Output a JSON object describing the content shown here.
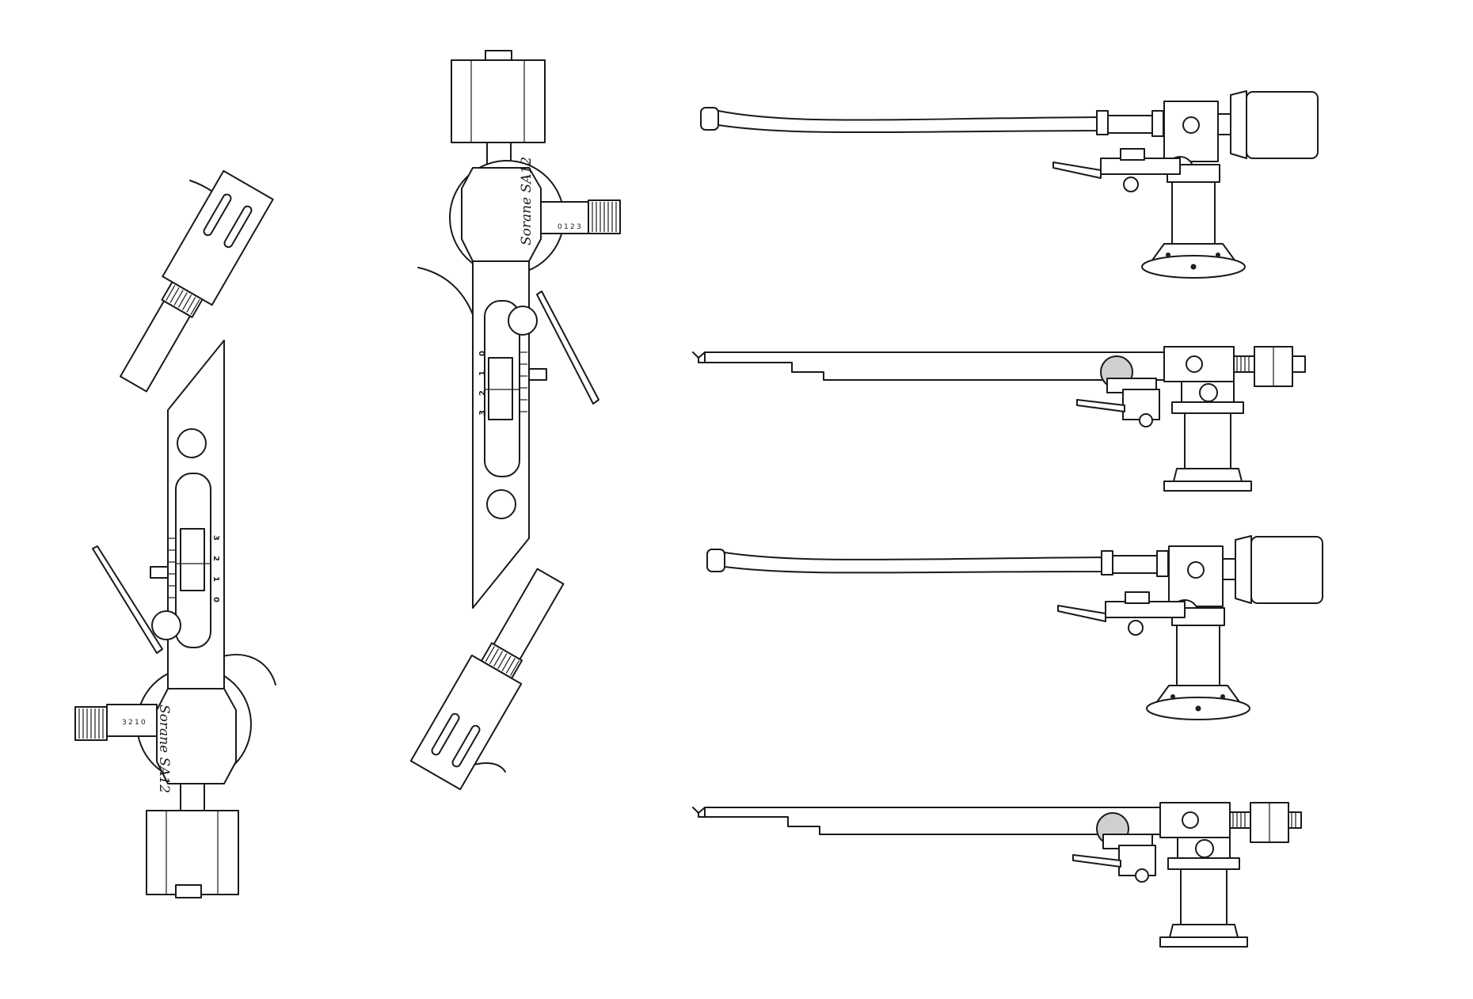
{
  "drawing": {
    "brand_label": "Sorane SA12",
    "scale_labels": [
      "0",
      "1",
      "2",
      "3"
    ],
    "ring_labels": [
      "0",
      "1",
      "2",
      "3"
    ],
    "line_color": "#1a1a1a",
    "fill_grey": "#cfcfcf"
  }
}
